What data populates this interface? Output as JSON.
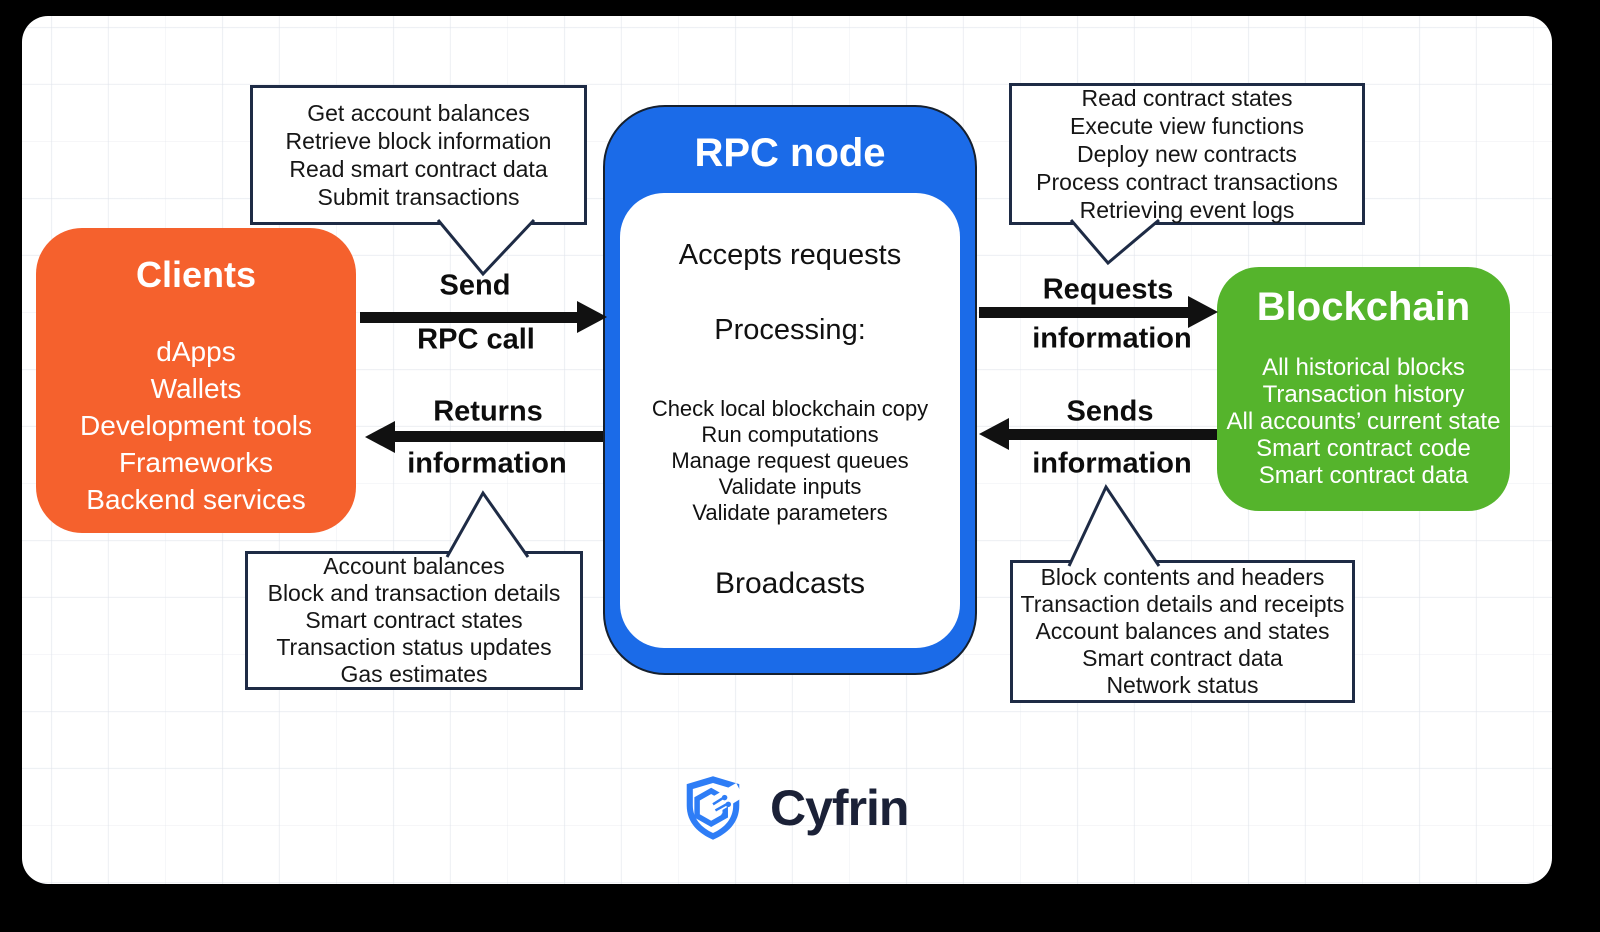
{
  "colors": {
    "frame_background": "#000000",
    "canvas_background": "#ffffff",
    "clients_orange": "#F5612D",
    "rpc_blue": "#1B6BE8",
    "blockchain_green": "#55B42C",
    "callout_border_navy": "#1E2B45",
    "arrow_black": "#111111",
    "logo_navy": "#1B2137",
    "logo_blue": "#2E7DF6"
  },
  "clients": {
    "title": "Clients",
    "items": [
      "dApps",
      "Wallets",
      "Development tools",
      "Frameworks",
      "Backend services"
    ]
  },
  "rpc_node": {
    "title": "RPC node",
    "accepts": "Accepts requests",
    "processing_heading": "Processing:",
    "processing_items": [
      "Check local blockchain copy",
      "Run computations",
      "Manage request queues",
      "Validate inputs",
      "Validate parameters"
    ],
    "broadcasts": "Broadcasts"
  },
  "blockchain": {
    "title": "Blockchain",
    "items": [
      "All historical blocks",
      "Transaction history",
      "All accounts’ current state",
      "Smart contract code",
      "Smart contract data"
    ]
  },
  "arrows": {
    "send": {
      "label_top": "Send",
      "label_bottom": "RPC call",
      "direction": "right"
    },
    "returns": {
      "label_top": "Returns",
      "label_bottom": "information",
      "direction": "left"
    },
    "requests": {
      "label_top": "Requests",
      "label_bottom": "information",
      "direction": "right"
    },
    "sends": {
      "label_top": "Sends",
      "label_bottom": "information",
      "direction": "left"
    }
  },
  "callouts": {
    "client_requests": {
      "lines": [
        "Get account balances",
        "Retrieve block information",
        "Read smart contract data",
        "Submit transactions"
      ]
    },
    "node_to_chain": {
      "lines": [
        "Read contract states",
        "Execute view functions",
        "Deploy new contracts",
        "Process contract transactions",
        "Retrieving event logs"
      ]
    },
    "returned_to_client": {
      "lines": [
        "Account balances",
        "Block and transaction details",
        "Smart contract states",
        "Transaction status updates",
        "Gas estimates"
      ]
    },
    "chain_to_node": {
      "lines": [
        "Block contents and headers",
        "Transaction details and receipts",
        "Account balances and states",
        "Smart contract data",
        "Network status"
      ]
    }
  },
  "logo": {
    "brand": "Cyfrin",
    "icon": "cyfrin-shield-icon"
  }
}
